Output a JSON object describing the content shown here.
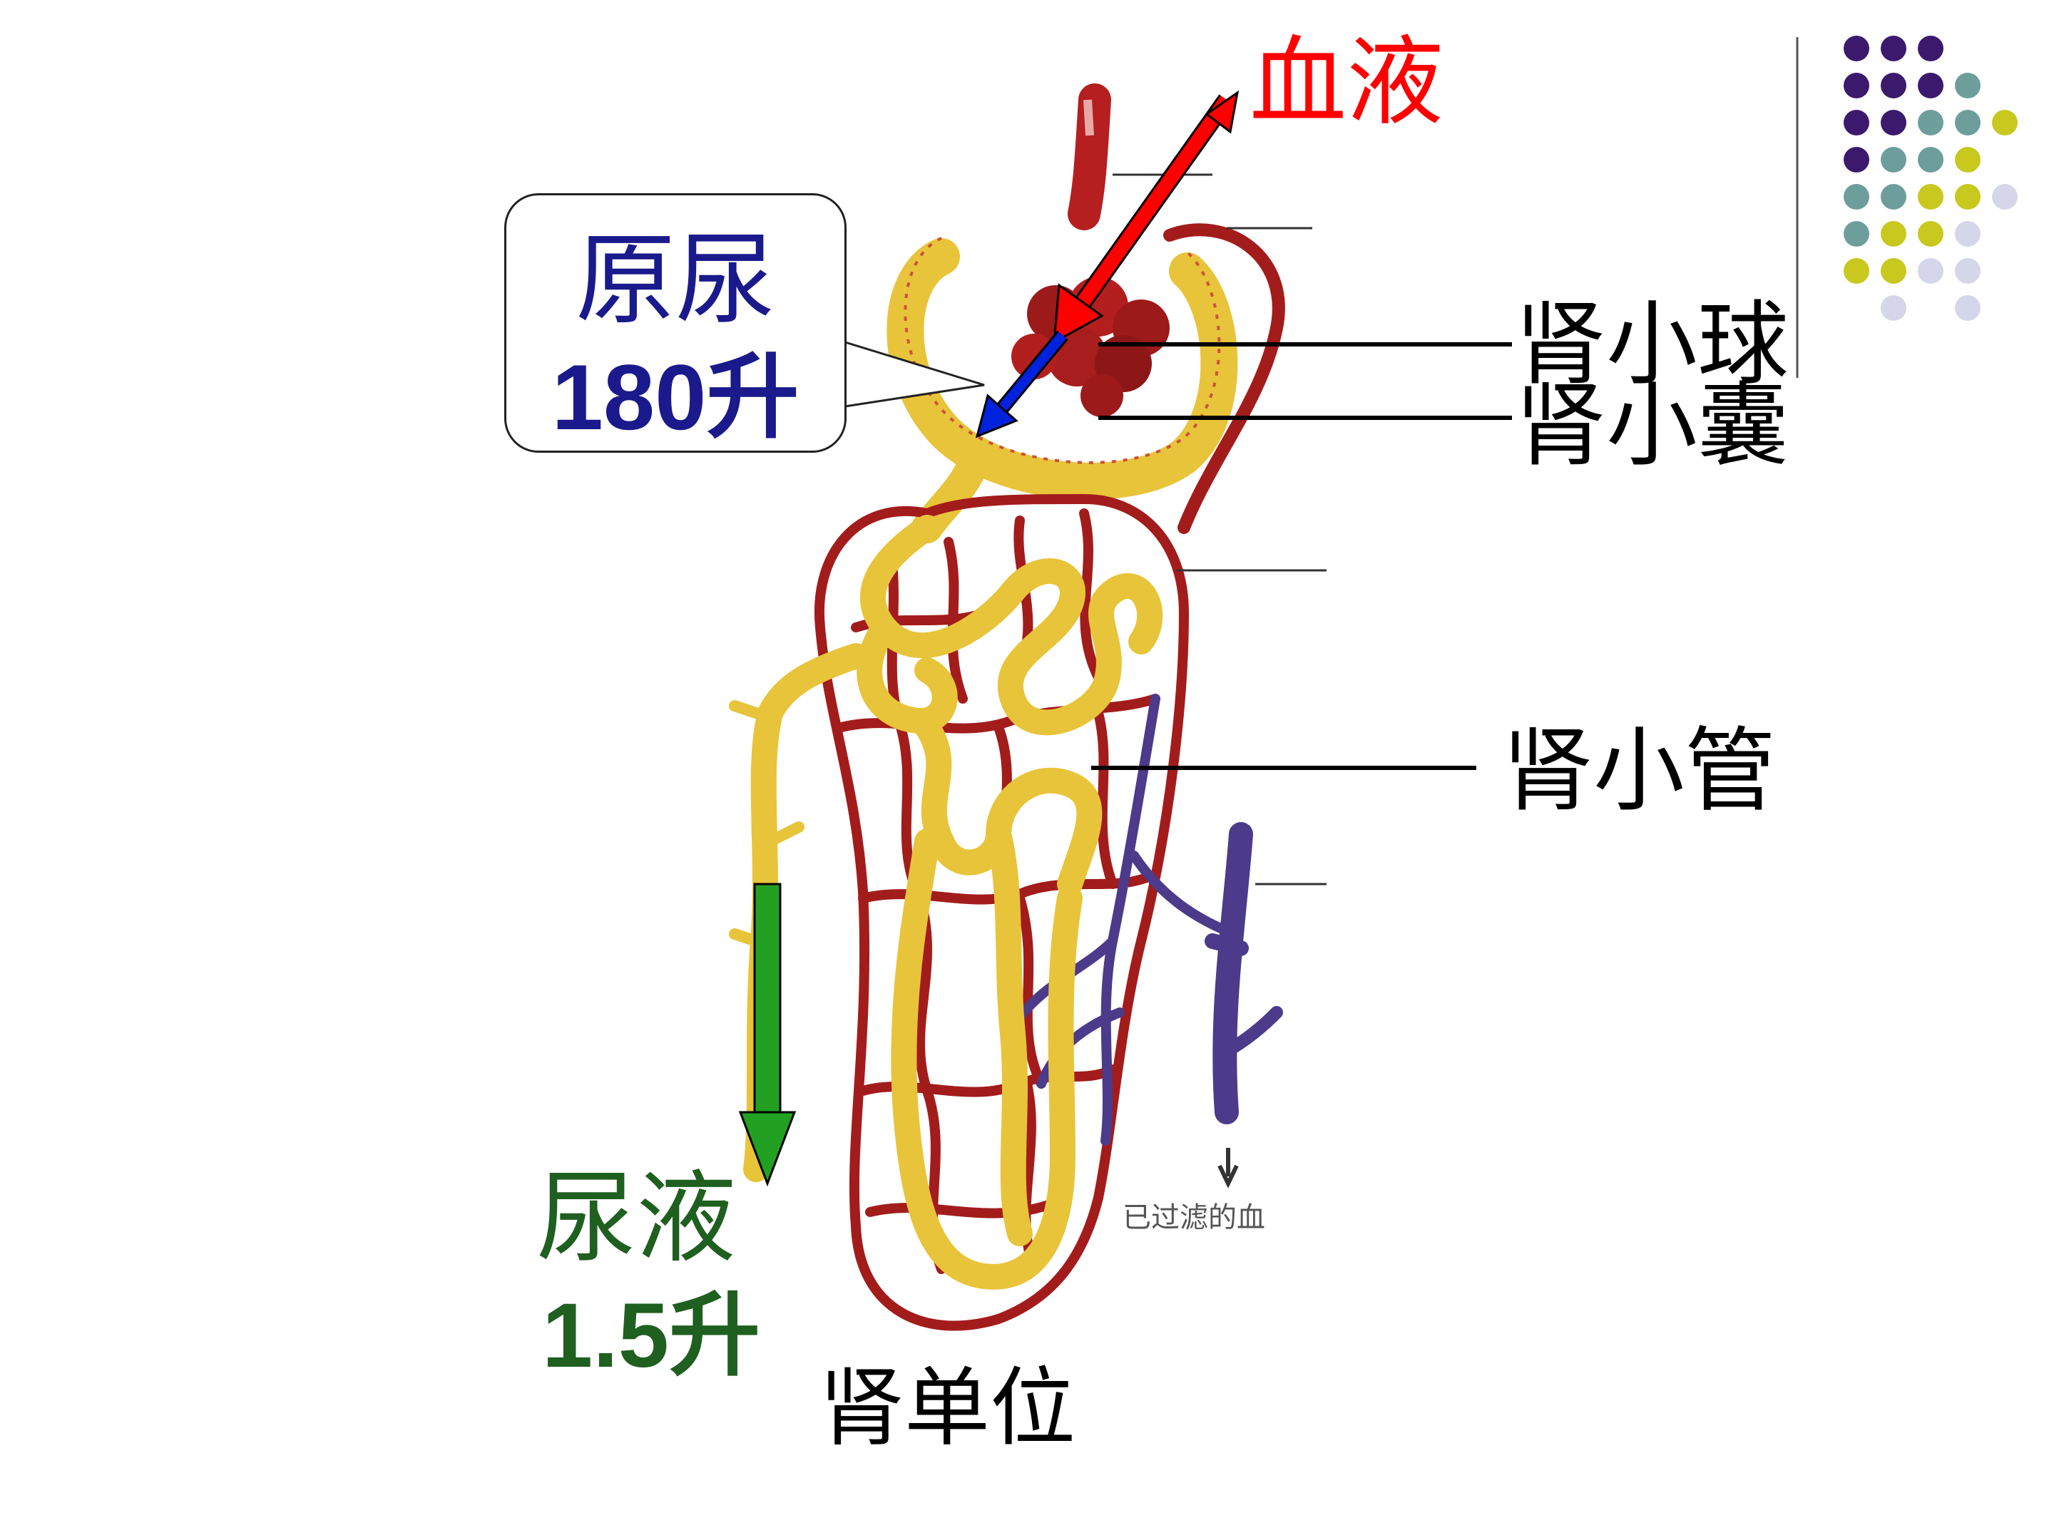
{
  "labels": {
    "blood": "血液",
    "primary_urine": "原尿",
    "primary_urine_volume": "180升",
    "glomerulus": "肾小球",
    "renal_capsule": "肾小囊",
    "renal_tubule": "肾小管",
    "urine": "尿液",
    "urine_volume": "1.5升",
    "nephron": "肾单位",
    "filtered_blood": "已过滤的血"
  },
  "colors": {
    "blood": "#ff0000",
    "primary_urine": "#1a1a8c",
    "urine": "#1f5f1f",
    "artery": "#a31c1c",
    "vein": "#4b3b8a",
    "tubule": "#e8c43a",
    "arrow_blood": "#ff0000",
    "arrow_filtrate": "#0022dd",
    "arrow_urine": "#22a022",
    "dots": [
      "#3b1a6e",
      "#6e9e9c",
      "#c8c81e",
      "#d6d6ea"
    ]
  },
  "icons": [
    "dot-grid-decoration",
    "blood-arrow-icon",
    "filtrate-arrow-icon",
    "urine-arrow-icon"
  ]
}
